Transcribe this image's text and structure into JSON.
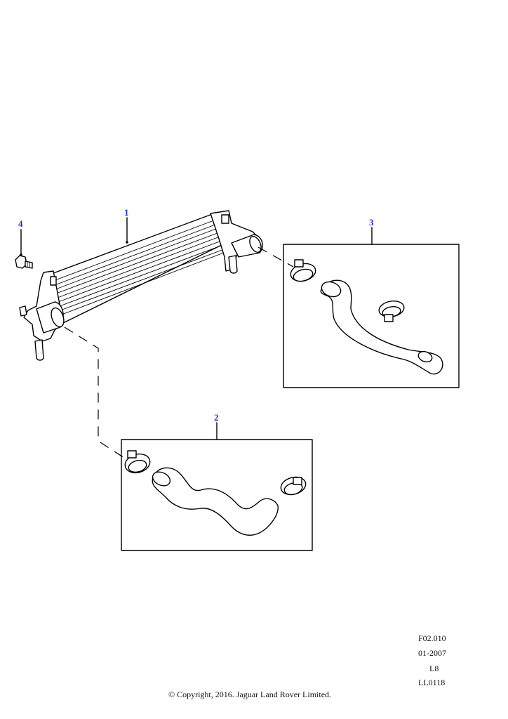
{
  "callouts": {
    "part_1": "1",
    "part_2": "2",
    "part_3": "3",
    "part_4": "4"
  },
  "meta": {
    "figure_code": "F02.010",
    "date": "01-2007",
    "model": "L8",
    "ref": "LL0118"
  },
  "copyright": "© Copyright, 2016. Jaguar Land Rover Limited.",
  "colors": {
    "callout": "#1a2fd0",
    "line": "#000000"
  }
}
